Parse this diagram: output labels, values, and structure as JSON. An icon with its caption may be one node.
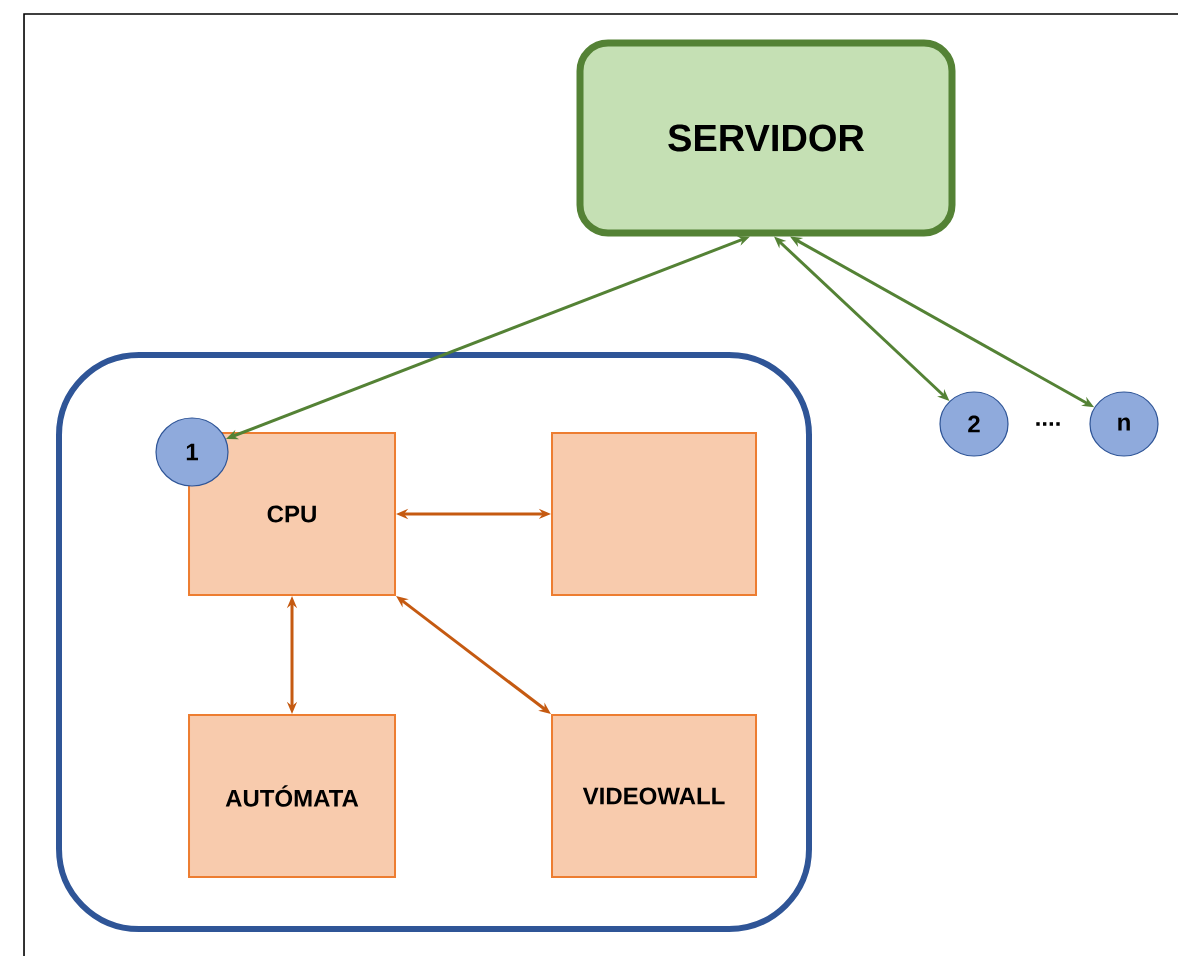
{
  "diagram": {
    "nodes": [
      {
        "text": [
          "SERVIDOR"
        ]
      },
      {
        "text": [],
        "shape": "box"
      },
      {
        "text": [
          "1"
        ],
        "in": 1
      },
      {
        "text": [
          "CPU"
        ],
        "in": 1
      },
      {
        "text": [],
        "shape": "box",
        "in": 1
      },
      {
        "text": [
          "AUTÓMATA"
        ],
        "in": 1
      },
      {
        "text": [
          "VIDEOWALL"
        ],
        "in": 1
      },
      {
        "text": [
          "2"
        ]
      },
      {
        "text": [
          "n"
        ]
      }
    ],
    "edges": [
      {
        "from": 0,
        "to": 2,
        "arrow": "both",
        "color": "#548235"
      },
      {
        "from": 0,
        "to": 7,
        "arrow": "both",
        "color": "#548235"
      },
      {
        "from": 0,
        "to": 8,
        "arrow": "both",
        "color": "#548235"
      },
      {
        "from": 3,
        "to": 4,
        "arrow": "both",
        "color": "#c55a11"
      },
      {
        "from": 3,
        "to": 5,
        "arrow": "both",
        "color": "#c55a11"
      },
      {
        "from": 3,
        "to": 6,
        "arrow": "both",
        "color": "#c55a11"
      }
    ],
    "labels": [
      "...."
    ]
  }
}
